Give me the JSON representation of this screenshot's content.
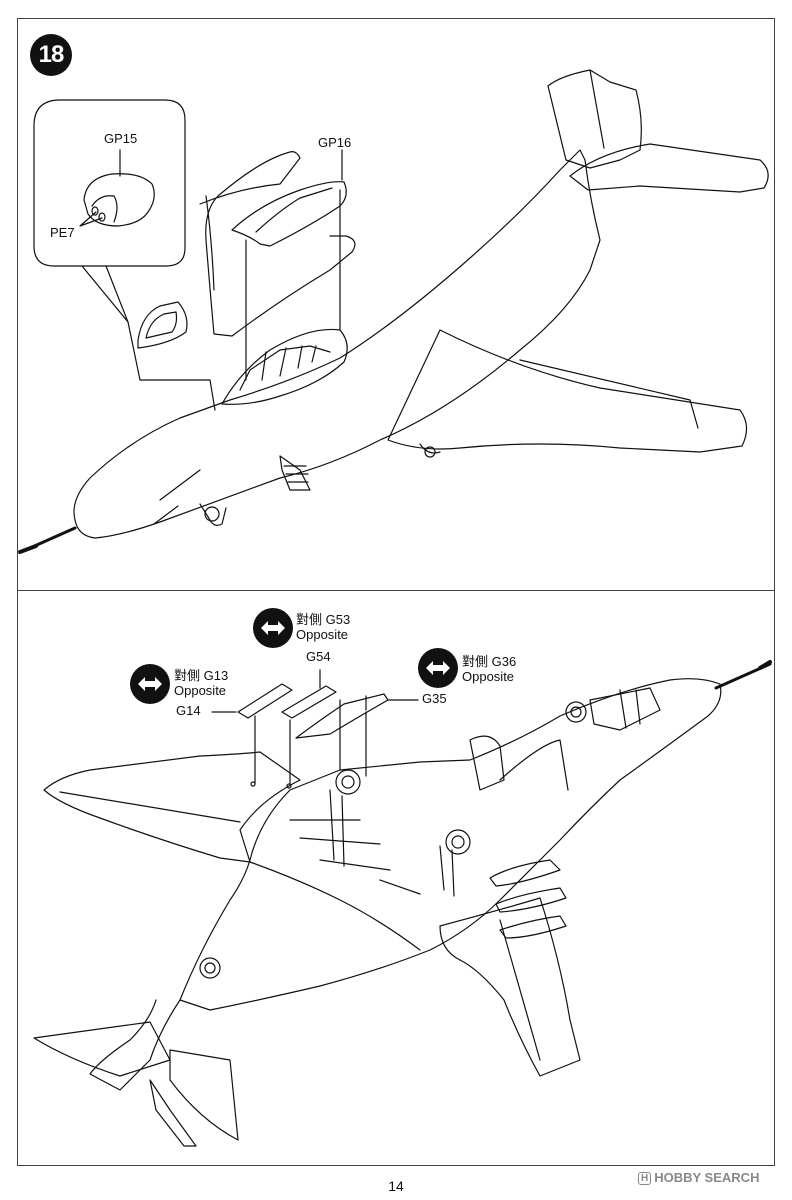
{
  "step": {
    "number": "18"
  },
  "top": {
    "detail": {
      "gp15": "GP15",
      "pe7": "PE7"
    },
    "gp16": "GP16"
  },
  "bottom": {
    "g53_opp": "對側 G53",
    "g53_opp_en": "Opposite",
    "g54": "G54",
    "g13_opp": "對側 G13",
    "g13_opp_en": "Opposite",
    "g14": "G14",
    "g36_opp": "對側 G36",
    "g36_opp_en": "Opposite",
    "g35": "G35"
  },
  "page": {
    "number": "14"
  },
  "watermark": {
    "mark": "H",
    "text": "HOBBY SEARCH"
  },
  "icons": {
    "opposite": "double-arrow-icon"
  }
}
